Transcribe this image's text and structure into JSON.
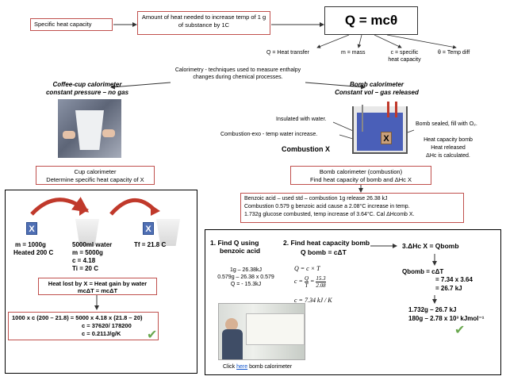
{
  "top": {
    "spec_heat_label": "Specific heat capacity",
    "definition": "Amount of heat needed to increase temp of 1 g of substance by 1C",
    "formula": "Q = mcθ",
    "q_label": "Q = Heat transfer",
    "m_label": "m = mass",
    "c_label": "c = specific heat capacity",
    "theta_label": "θ = Temp diff"
  },
  "calorimetry": "Calorimetry - techniques used to measure enthalpy changes during chemical processes.",
  "coffee": {
    "title": "Coffee-cup calorimeter",
    "subtitle": "constant pressure – no gas",
    "box_line1": "Cup calorimeter",
    "box_line2": "Determine specific heat capacity of X"
  },
  "bomb": {
    "title": "Bomb calorimeter",
    "subtitle": "Constant vol – gas released",
    "insulated": "Insulated with water.",
    "combustion_exo": "Combustion-exo - temp water increase.",
    "combustion_x": "Combustion X",
    "bomb_sealed": "Bomb sealed, fill with O₂.",
    "heat_cap_1": "Heat capacity bomb",
    "heat_cap_2": "Heat released",
    "heat_cap_3": "ΔHc is calculated.",
    "x_label": "X",
    "box_line1": "Bomb calorimeter (combustion)",
    "box_line2": "Find heat capacity of bomb and ΔHc X"
  },
  "benzoic": {
    "line1": "Benzoic acid – used std – combustion 1g release 26.38 kJ",
    "line2": "Combustion 0.579 g benzoic acid cause a 2.08°C increase in temp.",
    "line3": "1.732g glucose combusted, temp increase of 3.64°C. Cal ΔHcomb X."
  },
  "left": {
    "x1": "X",
    "x2": "X",
    "m1": "m = 1000g",
    "heated": "Heated 200 C",
    "water": "5000ml water",
    "m2": "m = 5000g",
    "c": "c = 4.18",
    "ti": "Ti = 20 C",
    "tf": "Tf = 21.8 C",
    "heat_lost_1": "Heat lost by X = Heat gain by water",
    "heat_lost_2": "mcΔT = mcΔT",
    "calc_1": "1000 x c (200 – 21.8) = 5000 x 4.18 x (21.8 – 20)",
    "calc_2": "c = 37620/ 178200",
    "calc_3": "c = 0.211J/g/K"
  },
  "right": {
    "step1_title": "1. Find Q using",
    "step1_sub": "benzoic acid",
    "step1_l1": "1g – 26.38kJ",
    "step1_l2": "0.579g – 26.38 x 0.579",
    "step1_l3": "Q = - 15.3kJ",
    "step2_title": "2. Find heat capacity bomb",
    "step2_eq": "Q bomb = cΔT",
    "f1": "Q = c × T",
    "f2_lhs": "c =",
    "f2_n1": "Q",
    "f2_d1": "T",
    "f2_eq": "=",
    "f2_n2": "15.3",
    "f2_d2": "2.08",
    "f3": "c = 7.34 kJ / K",
    "step3_title": "3.ΔHc X = Qbomb",
    "q_bomb_1": "Qbomb = cΔT",
    "q_bomb_2": "= 7.34 x 3.64",
    "q_bomb_3": "= 26.7 kJ",
    "glucose_1": "1.732g – 26.7 kJ",
    "glucose_2": "180g – 2.78 x 10³ kJmol⁻¹",
    "link_pre": "Click ",
    "link_word": "here",
    "link_post": " bomb calorimeter"
  }
}
